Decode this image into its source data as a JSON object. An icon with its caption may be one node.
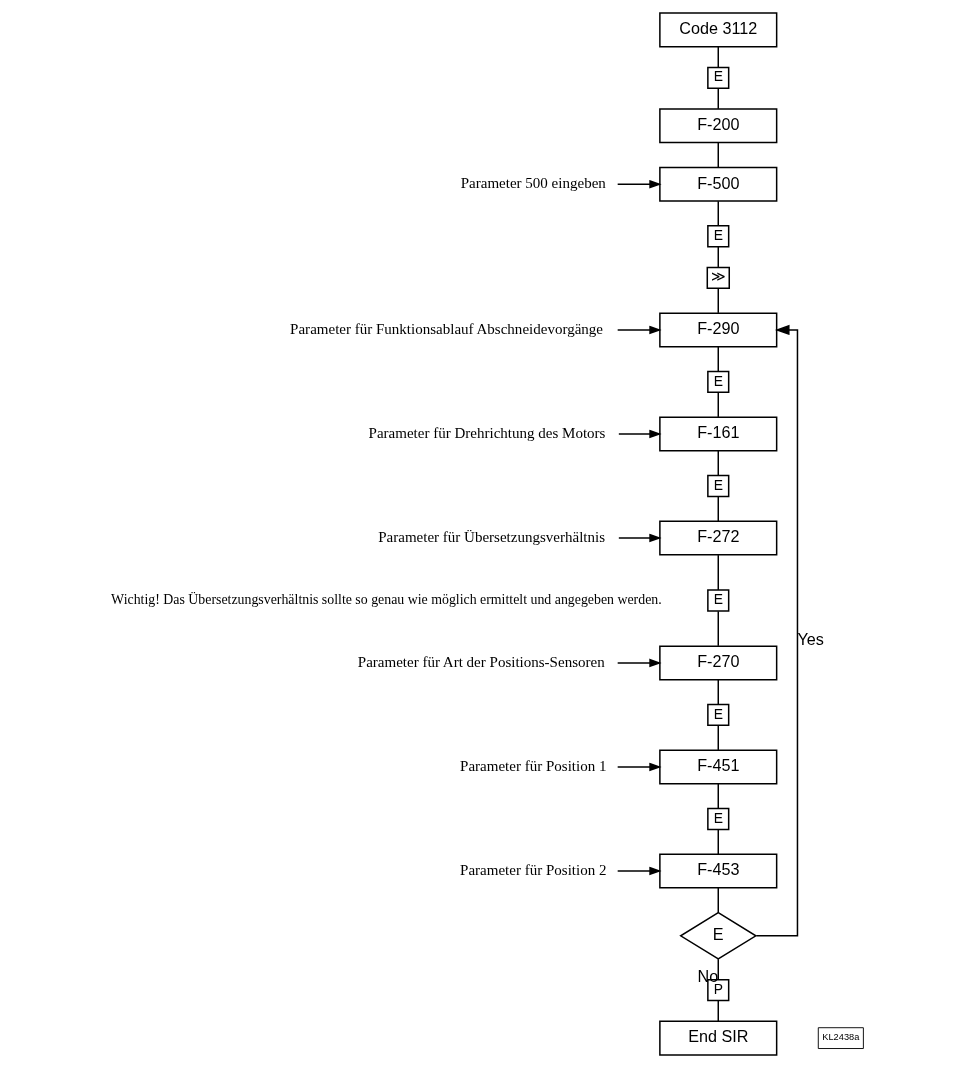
{
  "diagram": {
    "nodes": [
      {
        "text": [
          "Code 3112"
        ]
      },
      {
        "text": [
          "E"
        ]
      },
      {
        "text": [
          "F-200"
        ]
      },
      {
        "text": [
          "Parameter 500 eingeben"
        ]
      },
      {
        "text": [
          "F-500"
        ]
      },
      {
        "text": [
          "E"
        ]
      },
      {
        "text": [
          "≫"
        ]
      },
      {
        "text": [
          "Parameter für Funktionsablauf Abschneidevorgänge"
        ]
      },
      {
        "text": [
          "F-290"
        ]
      },
      {
        "text": [
          "E"
        ]
      },
      {
        "text": [
          "Parameter für Drehrichtung des Motors"
        ]
      },
      {
        "text": [
          "F-161"
        ]
      },
      {
        "text": [
          "E"
        ]
      },
      {
        "text": [
          "Parameter für Übersetzungsverhältnis"
        ]
      },
      {
        "text": [
          "F-272"
        ]
      },
      {
        "text": [
          "E"
        ]
      },
      {
        "text": [
          "Parameter für Art der Positions-Sensoren"
        ]
      },
      {
        "text": [
          "F-270"
        ]
      },
      {
        "text": [
          "E"
        ]
      },
      {
        "text": [
          "Parameter für Position 1"
        ]
      },
      {
        "text": [
          "F-451"
        ]
      },
      {
        "text": [
          "E"
        ]
      },
      {
        "text": [
          "Parameter für Position 2"
        ]
      },
      {
        "text": [
          "F-453"
        ]
      },
      {
        "text": [
          "E"
        ]
      },
      {
        "text": [
          "P"
        ]
      },
      {
        "text": [
          "End SIR"
        ]
      },
      {
        "text": [
          "KL2438a"
        ]
      }
    ],
    "edges": [
      {
        "from": 0,
        "to": 1,
        "arrow": "none"
      },
      {
        "from": 1,
        "to": 2,
        "arrow": "none"
      },
      {
        "from": 2,
        "to": 4,
        "arrow": "none"
      },
      {
        "from": 3,
        "to": 4,
        "arrow": "to"
      },
      {
        "from": 4,
        "to": 5,
        "arrow": "none"
      },
      {
        "from": 5,
        "to": 6,
        "arrow": "none"
      },
      {
        "from": 6,
        "to": 8,
        "arrow": "none"
      },
      {
        "from": 7,
        "to": 8,
        "arrow": "to"
      },
      {
        "from": 8,
        "to": 9,
        "arrow": "none"
      },
      {
        "from": 9,
        "to": 11,
        "arrow": "none"
      },
      {
        "from": 10,
        "to": 11,
        "arrow": "to"
      },
      {
        "from": 11,
        "to": 12,
        "arrow": "none"
      },
      {
        "from": 12,
        "to": 14,
        "arrow": "none"
      },
      {
        "from": 13,
        "to": 14,
        "arrow": "to"
      },
      {
        "from": 14,
        "to": 15,
        "arrow": "none"
      },
      {
        "from": 15,
        "to": 17,
        "arrow": "none"
      },
      {
        "from": 16,
        "to": 17,
        "arrow": "to"
      },
      {
        "from": 17,
        "to": 18,
        "arrow": "none"
      },
      {
        "from": 18,
        "to": 20,
        "arrow": "none"
      },
      {
        "from": 19,
        "to": 20,
        "arrow": "to"
      },
      {
        "from": 20,
        "to": 21,
        "arrow": "none"
      },
      {
        "from": 21,
        "to": 23,
        "arrow": "none"
      },
      {
        "from": 22,
        "to": 23,
        "arrow": "to"
      },
      {
        "from": 23,
        "to": 24,
        "arrow": "none"
      },
      {
        "from": 24,
        "to": 8,
        "arrow": "to",
        "label": "Yes"
      },
      {
        "from": 24,
        "to": 25,
        "arrow": "none",
        "label": "No"
      },
      {
        "from": 25,
        "to": 26,
        "arrow": "none"
      }
    ],
    "labels": [
      "Wichtig! Das Übersetzungsverhältnis sollte so genau wie möglich ermittelt und angegeben werden."
    ]
  }
}
